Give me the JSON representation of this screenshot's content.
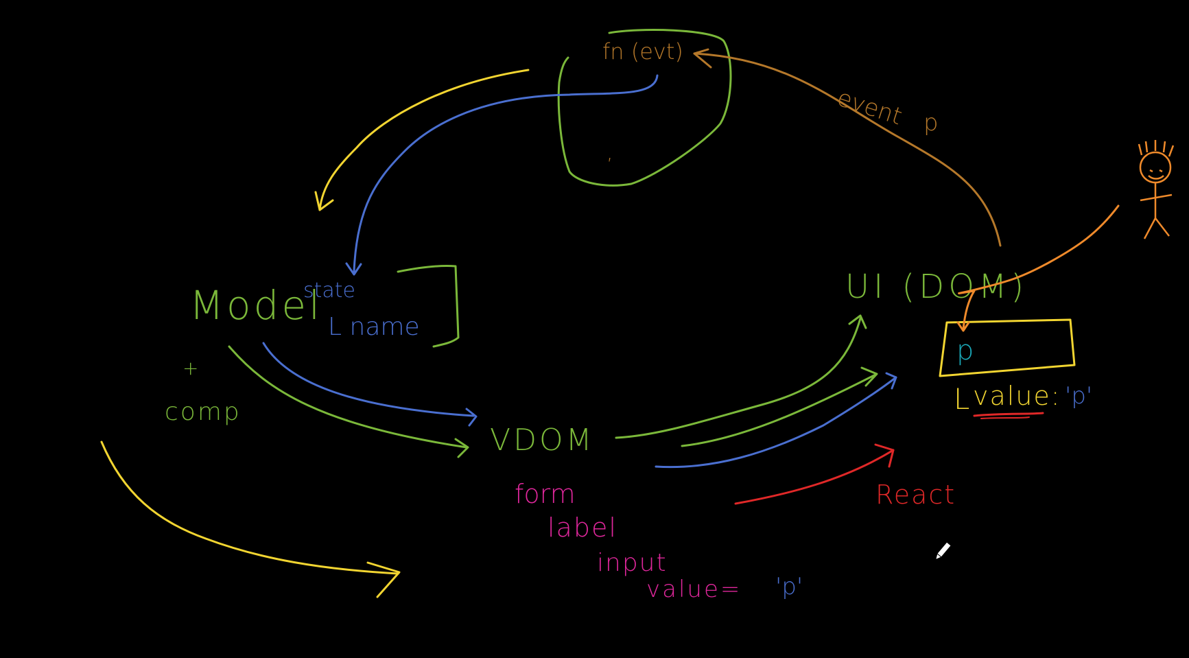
{
  "colors": {
    "background": "#000000",
    "green": "#7bb83a",
    "blue": "#4a6fd0",
    "yellow": "#f2d531",
    "brown": "#b5782a",
    "orange": "#ef8a2b",
    "magenta": "#e0279c",
    "red": "#e02828",
    "teal": "#1aa8b8"
  },
  "labels": {
    "fn": "fn (evt)",
    "fn_body": ",",
    "event": "event",
    "event_key": "p",
    "model": "Model",
    "state": "state",
    "name": "L name",
    "plus": "+",
    "comp": "comp",
    "vdom": "VDOM",
    "ui": "UI (DOM)",
    "input_char": "p",
    "dom_value_prefix": "L",
    "dom_value": "value:",
    "dom_value_val": "'p'",
    "react": "React",
    "form": "form",
    "label": "label",
    "input": "input",
    "input_value": "value=",
    "input_value_val": "'p'"
  },
  "icons": {
    "person": "stick-figure-icon",
    "cursor": "pen-cursor-icon"
  }
}
